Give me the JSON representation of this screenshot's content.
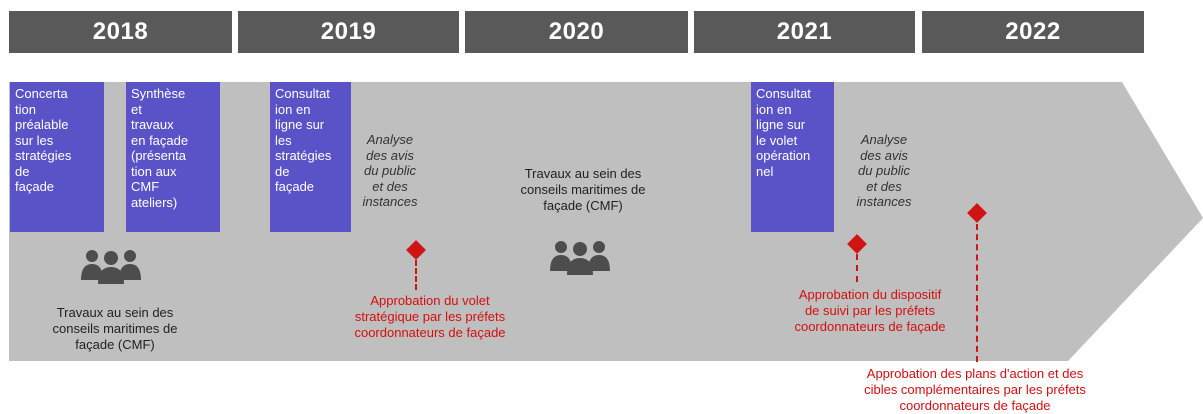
{
  "years": [
    "2018",
    "2019",
    "2020",
    "2021",
    "2022"
  ],
  "boxes": [
    "Concerta\ntion\npréalable\nsur les\nstratégies\nde\nfaçade",
    "Synthèse\net\ntravaux\nen façade\n(présenta\ntion aux\nCMF\nateliers)",
    "Consultat\nion en\nligne sur\nles\nstratégies\nde\nfaçade",
    "Consultat\nion en\nligne sur\nle volet\nopération\nnel"
  ],
  "analyses": [
    "Analyse\ndes avis\ndu public\net des\ninstances",
    "Analyse\ndes avis\ndu public\net des\ninstances"
  ],
  "cmf_notes": [
    "Travaux au sein des\nconseils maritimes de\nfaçade (CMF)",
    "Travaux au sein des\nconseils maritimes de\nfaçade (CMF)"
  ],
  "approvals": [
    "Approbation du volet\nstratégique par les préfets\ncoordonnateurs de façade",
    "Approbation du dispositif\nde suivi par les préfets\ncoordonnateurs de façade",
    "Approbation des plans d'action et des\ncibles complémentaires par les préfets\ncoordonnateurs de façade"
  ],
  "colors": {
    "year_bar": "#595959",
    "arrow": "#bfbfbf",
    "box": "#5a53c8",
    "milestone": "#d01414",
    "approval_text": "#d40f0f",
    "people_icon": "#4d4d4d"
  },
  "icons": [
    "people-group-icon",
    "milestone-diamond-icon"
  ]
}
